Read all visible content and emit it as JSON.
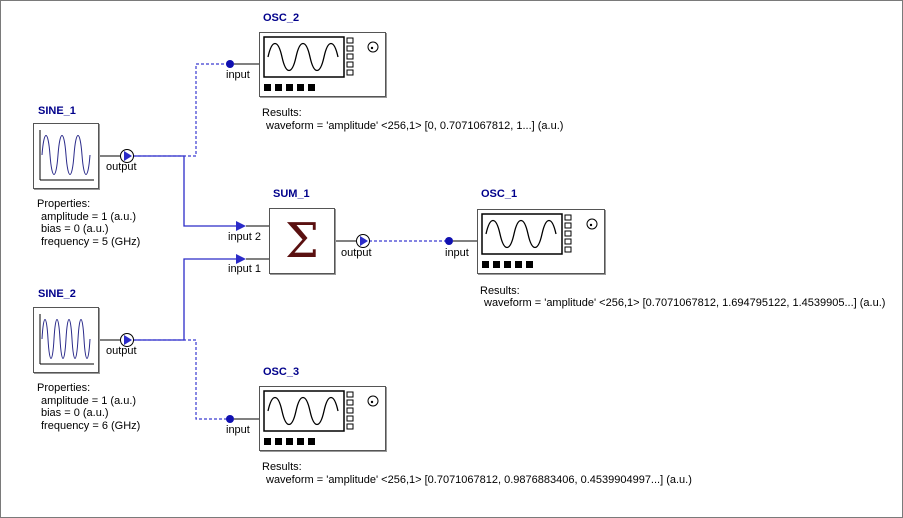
{
  "blocks": {
    "sine1": {
      "title": "SINE_1",
      "port_output": "output",
      "properties_label": "Properties:",
      "props": [
        "amplitude = 1 (a.u.)",
        "bias = 0 (a.u.)",
        "frequency = 5 (GHz)"
      ]
    },
    "sine2": {
      "title": "SINE_2",
      "port_output": "output",
      "properties_label": "Properties:",
      "props": [
        "amplitude = 1 (a.u.)",
        "bias = 0 (a.u.)",
        "frequency = 6 (GHz)"
      ]
    },
    "sum1": {
      "title": "SUM_1",
      "port_in2": "input 2",
      "port_in1": "input 1",
      "port_output": "output",
      "symbol": "Σ"
    },
    "osc1": {
      "title": "OSC_1",
      "port_input": "input",
      "results_label": "Results:",
      "result": "waveform = 'amplitude' <256,1> [0.7071067812, 1.694795122, 1.4539905...] (a.u.)"
    },
    "osc2": {
      "title": "OSC_2",
      "port_input": "input",
      "results_label": "Results:",
      "result": "waveform = 'amplitude' <256,1> [0, 0.7071067812, 1...] (a.u.)"
    },
    "osc3": {
      "title": "OSC_3",
      "port_input": "input",
      "results_label": "Results:",
      "result": "waveform = 'amplitude' <256,1> [0.7071067812, 0.9876883406, 0.4539904997...] (a.u.)"
    }
  },
  "colors": {
    "wire": "#2b2bc8",
    "dashed_wire": "#3a3ad0",
    "title": "#00008b",
    "sum_symbol": "#5a1010",
    "port_dot": "#1010b0"
  }
}
